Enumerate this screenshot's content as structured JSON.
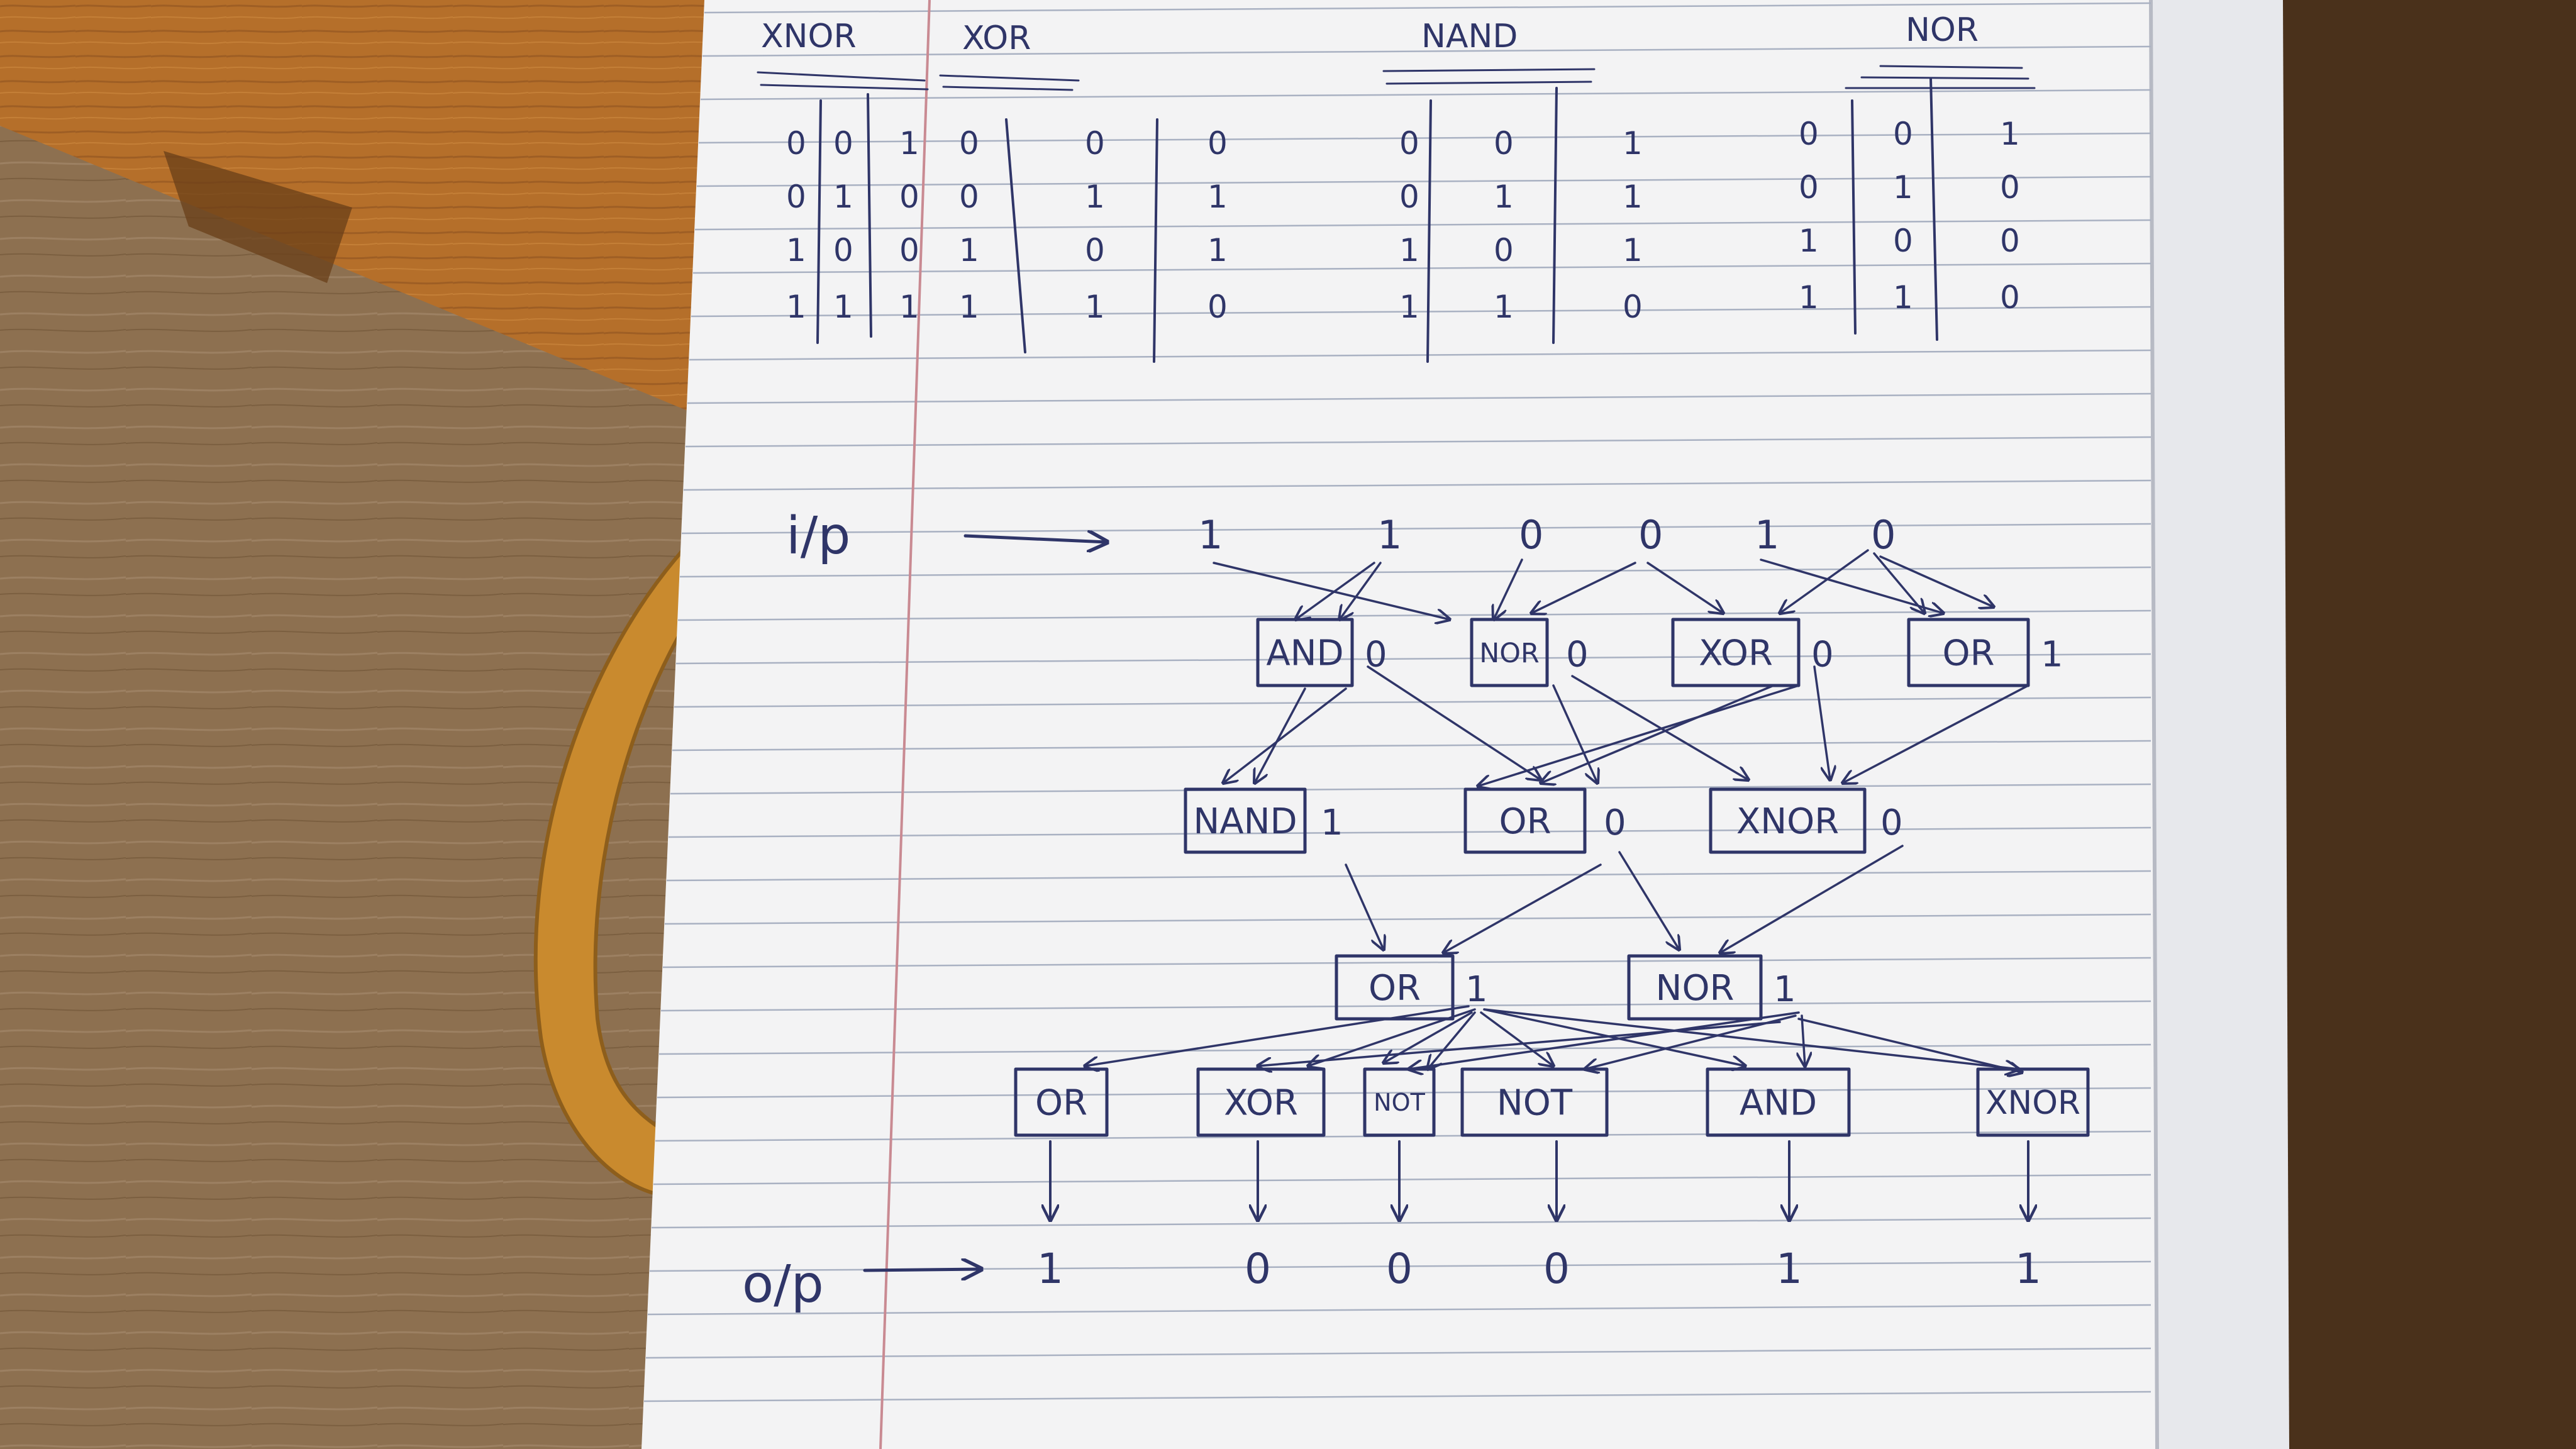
{
  "colors": {
    "ink": "#2f3568",
    "paper": "#f3f3f4",
    "rule_line": "#9aa3b6",
    "margin_line": "#c98a92",
    "floor": "#8a6a45",
    "table": "#b56f2a",
    "chair": "#c98a2e",
    "background": "#5a3d22"
  },
  "truth_tables": [
    {
      "title": "XNOR",
      "rows": [
        [
          "0",
          "0",
          "1"
        ],
        [
          "0",
          "1",
          "0"
        ],
        [
          "1",
          "0",
          "0"
        ],
        [
          "1",
          "1",
          "1"
        ]
      ]
    },
    {
      "title": "XOR",
      "rows": [
        [
          "0",
          "0",
          "0"
        ],
        [
          "0",
          "1",
          "1"
        ],
        [
          "1",
          "0",
          "1"
        ],
        [
          "1",
          "1",
          "0"
        ]
      ]
    },
    {
      "title": "NAND",
      "rows": [
        [
          "0",
          "0",
          "1"
        ],
        [
          "0",
          "1",
          "1"
        ],
        [
          "1",
          "0",
          "1"
        ],
        [
          "1",
          "1",
          "0"
        ]
      ]
    },
    {
      "title": "NOR",
      "rows": [
        [
          "0",
          "0",
          "1"
        ],
        [
          "0",
          "1",
          "0"
        ],
        [
          "1",
          "0",
          "0"
        ],
        [
          "1",
          "1",
          "0"
        ]
      ]
    }
  ],
  "circuit": {
    "input_label": "i/p",
    "output_label": "o/p",
    "inputs": [
      "1",
      "1",
      "0",
      "0",
      "1",
      "0"
    ],
    "layer1": [
      {
        "gate": "AND",
        "out": "0"
      },
      {
        "gate": "NOR",
        "out": "0"
      },
      {
        "gate": "XOR",
        "out": "0"
      },
      {
        "gate": "OR",
        "out": "1"
      }
    ],
    "layer2": [
      {
        "gate": "NAND",
        "out": "1"
      },
      {
        "gate": "OR",
        "out": "0"
      },
      {
        "gate": "XNOR",
        "out": "0"
      }
    ],
    "layer3": [
      {
        "gate": "OR",
        "out": "1"
      },
      {
        "gate": "NOR",
        "out": "1"
      }
    ],
    "layer4": [
      {
        "gate": "OR"
      },
      {
        "gate": "XOR"
      },
      {
        "gate": "NOT"
      },
      {
        "gate": "NOT"
      },
      {
        "gate": "AND"
      },
      {
        "gate": "XNOR"
      }
    ],
    "outputs": [
      "1",
      "0",
      "0",
      "0",
      "1",
      "1"
    ]
  }
}
